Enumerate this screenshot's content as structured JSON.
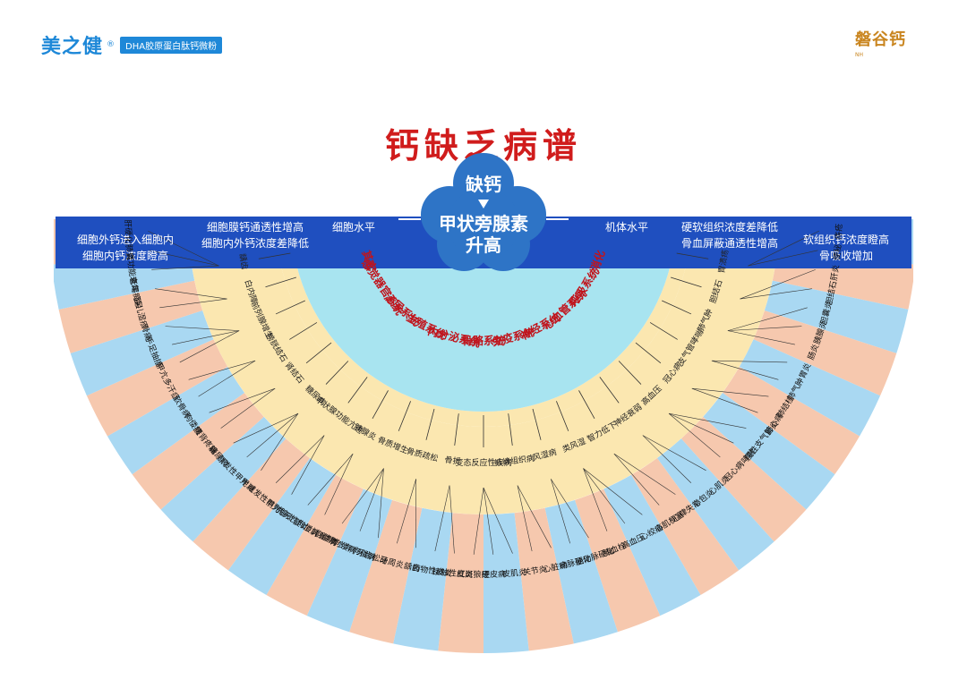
{
  "brand_left": {
    "name": "美之健",
    "reg": "®",
    "tagline": "DHA胶原蛋白肽钙微粉"
  },
  "brand_right": {
    "name": "磐谷钙",
    "sub": "NH"
  },
  "title": "钙缺乏病谱",
  "center": {
    "top": "缺钙",
    "line1": "甲状旁腺素",
    "line2": "升高"
  },
  "band_labels": {
    "cell_level": "细胞水平",
    "body_level": "机体水平",
    "left_top": [
      "细胞外钙进入细胞内",
      "细胞内钙浓度瞪高"
    ],
    "left_mid": [
      "细胞膜钙通透性增高",
      "细胞内外钙浓度差降低"
    ],
    "right_mid": [
      "硬软组织浓度差降低",
      "骨血屏蔽通透性增高"
    ],
    "right_top": [
      "软组织钙浓度瞪高",
      "骨吸收增加"
    ]
  },
  "systems": [
    "其它",
    "感觉器官系统",
    "泌尿系统",
    "生殖系统",
    "内分泌系统",
    "骨骼系统",
    "免疫系统",
    "神经系统",
    "心血管系统",
    "呼吸系统",
    "消化"
  ],
  "inner_diseases": [
    "龋齿",
    "白内障",
    "前列腺增生",
    "膀胱结石",
    "肾结石",
    "糖尿病",
    "甲状腺功能亢进",
    "胰腺炎",
    "骨质增生",
    "骨质疏松",
    "骨折",
    "变态反应性疾病",
    "结缔组织病",
    "风湿病",
    "类风湿",
    "智力低下",
    "神经衰弱",
    "高血压",
    "冠心病",
    "支气管哮喘",
    "肺气肿",
    "胆结石",
    "胃溃疡"
  ],
  "outer_diseases": [
    "肝硬化",
    "肺炎",
    "肾功能衰竭",
    "老年痴呆",
    "婴儿湿疹",
    "骨痛",
    "手足抽搐",
    "甲亢",
    "多汗症",
    "软骨病",
    "佝偻病",
    "腰背疼痛",
    "糖尿病",
    "原发性甲亢",
    "甲减",
    "继发性甲亢",
    "前列腺炎",
    "先天性佝偻病",
    "婴幼儿佝偻病",
    "儿童期佝偻病",
    "青少年佝偻病",
    "牙齿松动",
    "牙周炎",
    "龋齿",
    "药物性皮炎",
    "接触性皮炎",
    "红斑狼疮",
    "硬皮病",
    "皮肌炎",
    "关节炎",
    "心脏病",
    "动脉硬化",
    "脑动脉硬化",
    "脑血栓",
    "高血压",
    "心绞痛",
    "心肌梗塞",
    "心律失常",
    "心包炎",
    "心肌炎",
    "冠心病",
    "哮喘",
    "慢性支气管炎",
    "肺心病",
    "肺结核",
    "肺气肿",
    "胃炎",
    "肠炎",
    "胰腺炎",
    "胆囊炎",
    "胆结石",
    "肝炎",
    "便秘",
    "痔疮"
  ],
  "colors": {
    "title": "#d01c1c",
    "dark_band": "#1f4fbf",
    "sky": "#a9d8f2",
    "peach": "#f6c8ae",
    "cream": "#fbe7b0",
    "core": "#a8e4f0",
    "center": "#2e74c6",
    "brand": "#1e88d8"
  }
}
